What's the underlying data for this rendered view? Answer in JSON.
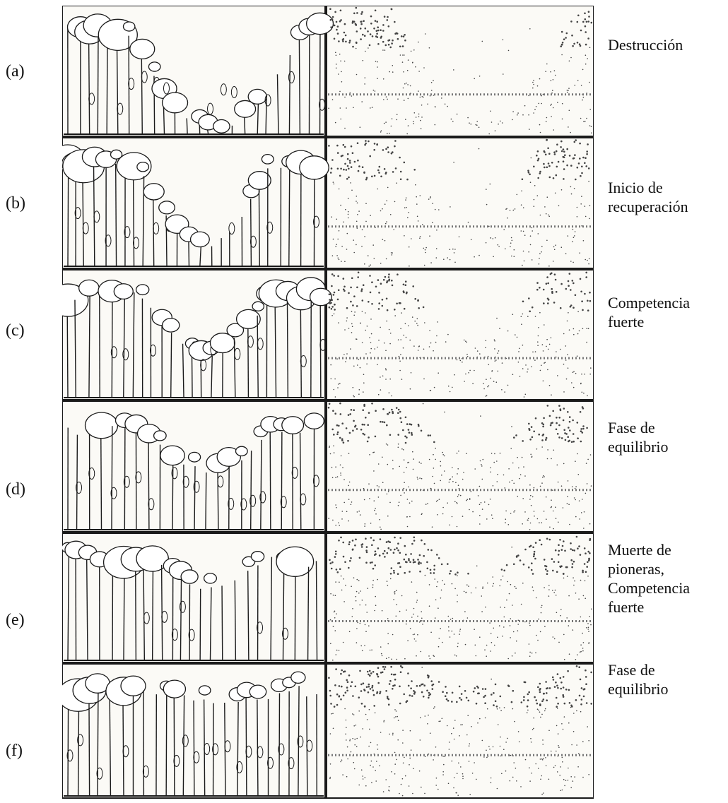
{
  "figure": {
    "panels": [
      {
        "letter": "(a)",
        "stage": "Destrucción"
      },
      {
        "letter": "(b)",
        "stage": "Inicio de\nrecuperación"
      },
      {
        "letter": "(c)",
        "stage": "Competencia\nfuerte"
      },
      {
        "letter": "(d)",
        "stage": "Fase de\nequilibrio"
      },
      {
        "letter": "(e)",
        "stage": "Muerte de\npioneras,\nCompetencia\nfuerte"
      },
      {
        "letter": "(f)",
        "stage": "Fase de\nequilibrio"
      }
    ],
    "colors": {
      "ink": "#1a1a1a",
      "stipple": "#444444",
      "paper": "#fbfaf6"
    }
  }
}
